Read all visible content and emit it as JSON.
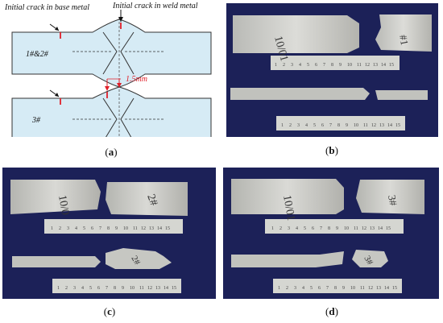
{
  "panel_a": {
    "label_base": "Initial crack in base metal",
    "label_weld": "Initial crack in weld metal",
    "specimen_top": "1#&2#",
    "specimen_bottom": "3#",
    "dimension": "1.5mm"
  },
  "captions": {
    "a": "a",
    "b": "b",
    "c": "c",
    "d": "d"
  },
  "photo_labels": {
    "b_left": "10/01",
    "b_right": "#1",
    "c_left": "10/0",
    "c_right": "2#",
    "c_lower": "2#",
    "d_left": "10/01",
    "d_right": "3#",
    "d_lower": "3#"
  },
  "ruler": {
    "ticks": [
      "1",
      "2",
      "3",
      "4",
      "5",
      "6",
      "7",
      "8",
      "9",
      "10",
      "11",
      "12",
      "13",
      "14",
      "15"
    ]
  },
  "colors": {
    "background_photo": "#1c2158",
    "specimen_fill": "#d6ebf5",
    "crack_mark": "#e0202a",
    "metal": "#c9c9c6"
  }
}
